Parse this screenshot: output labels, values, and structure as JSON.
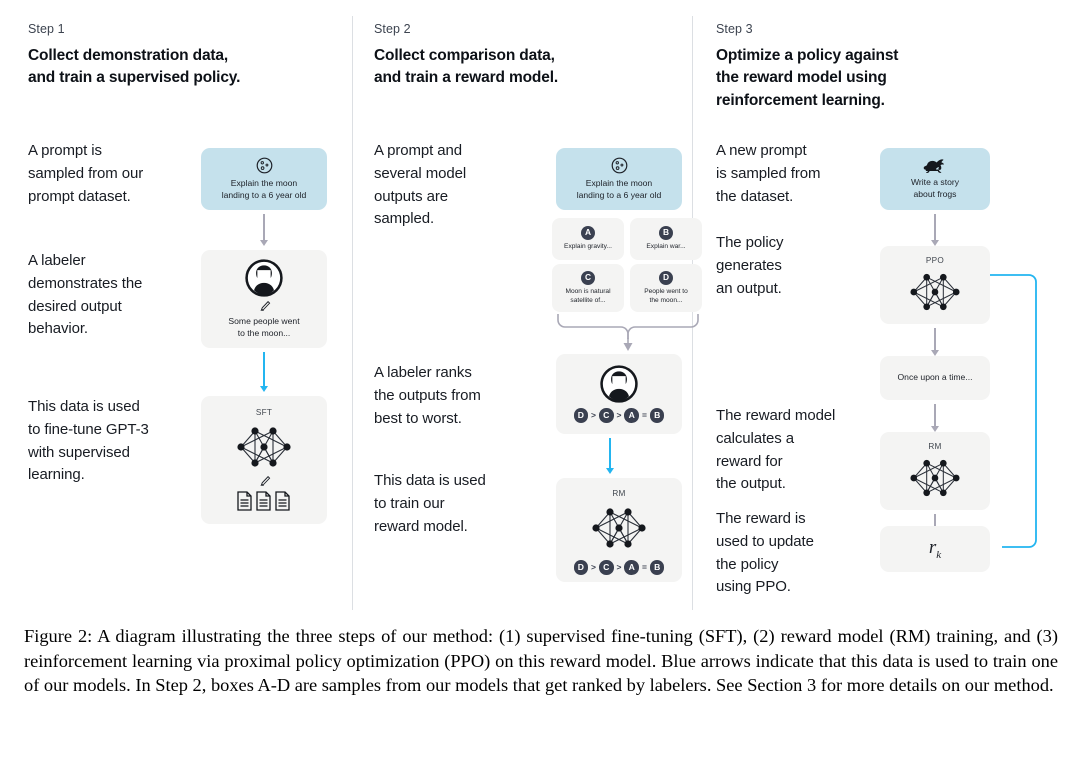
{
  "figure": {
    "caption": "Figure 2: A diagram illustrating the three steps of our method: (1) supervised fine-tuning (SFT), (2) reward model (RM) training, and (3) reinforcement learning via proximal policy optimization (PPO) on this reward model. Blue arrows indicate that this data is used to train one of our models. In Step 2, boxes A-D are samples from our models that get ranked by labelers. See Section 3 for more details on our method."
  },
  "colors": {
    "prompt_box": "#c5e1ec",
    "model_box": "#f4f4f3",
    "blue_arrow": "#23b5f0",
    "gray_arrow": "#a9a8b6",
    "badge": "#3a4050",
    "divider": "#dcdfe3"
  },
  "steps": [
    {
      "label": "Step 1",
      "title": "Collect demonstration data,\nand train a supervised policy.",
      "title_lines": [
        "Collect demonstration data,",
        "and train a supervised policy."
      ],
      "paragraphs": [
        "A prompt is\nsampled from our\nprompt dataset.",
        "A labeler\ndemonstrates the\ndesired output\nbehavior.",
        "This data is used\nto fine-tune GPT-3\nwith supervised\nlearning."
      ],
      "nodes": [
        {
          "kind": "prompt",
          "icon": "moon-icon",
          "text": "Explain the moon\nlanding to a 6 year old"
        },
        {
          "kind": "labeler",
          "icon": "person-icon",
          "text": "Some people went\nto the moon..."
        },
        {
          "kind": "model",
          "icon": "neural-net-icon",
          "label": "SFT"
        }
      ]
    },
    {
      "label": "Step 2",
      "title": "Collect comparison data,\nand train a reward model.",
      "title_lines": [
        "Collect comparison data,",
        "and train a reward model."
      ],
      "paragraphs": [
        "A prompt and\nseveral model\noutputs are\nsampled.",
        "A labeler ranks\nthe outputs from\nbest to worst.",
        "This data is used\nto train our\nreward model."
      ],
      "nodes": [
        {
          "kind": "prompt",
          "icon": "moon-icon",
          "text": "Explain the moon\nlanding to a 6 year old"
        },
        {
          "kind": "options",
          "items": [
            {
              "badge": "A",
              "text": "Explain gravity..."
            },
            {
              "badge": "B",
              "text": "Explain war..."
            },
            {
              "badge": "C",
              "text": "Moon is natural\nsatellite of..."
            },
            {
              "badge": "D",
              "text": "People went to\nthe moon..."
            }
          ]
        },
        {
          "kind": "labeler-rank",
          "icon": "person-icon",
          "ranking": [
            "D",
            ">",
            "C",
            ">",
            "A",
            "=",
            "B"
          ]
        },
        {
          "kind": "model-rank",
          "icon": "neural-net-icon",
          "label": "RM",
          "ranking": [
            "D",
            ">",
            "C",
            ">",
            "A",
            "=",
            "B"
          ]
        }
      ]
    },
    {
      "label": "Step 3",
      "title": "Optimize a policy against\nthe reward model using\nreinforcement learning.",
      "title_lines": [
        "Optimize a policy against",
        "the reward model using",
        "reinforcement learning."
      ],
      "paragraphs": [
        "A new prompt\nis sampled from\nthe dataset.",
        "The policy\ngenerates\nan output.",
        "The reward model\ncalculates a\nreward for\nthe output.",
        "The reward is\nused to update\nthe policy\nusing PPO."
      ],
      "nodes": [
        {
          "kind": "prompt",
          "icon": "frog-icon",
          "text": "Write a story\nabout frogs"
        },
        {
          "kind": "model",
          "icon": "neural-net-icon",
          "label": "PPO"
        },
        {
          "kind": "output",
          "text": "Once upon a time..."
        },
        {
          "kind": "model",
          "icon": "neural-net-icon",
          "label": "RM"
        },
        {
          "kind": "reward",
          "text": "r_k",
          "symbol": "r",
          "subscript": "k"
        }
      ]
    }
  ]
}
